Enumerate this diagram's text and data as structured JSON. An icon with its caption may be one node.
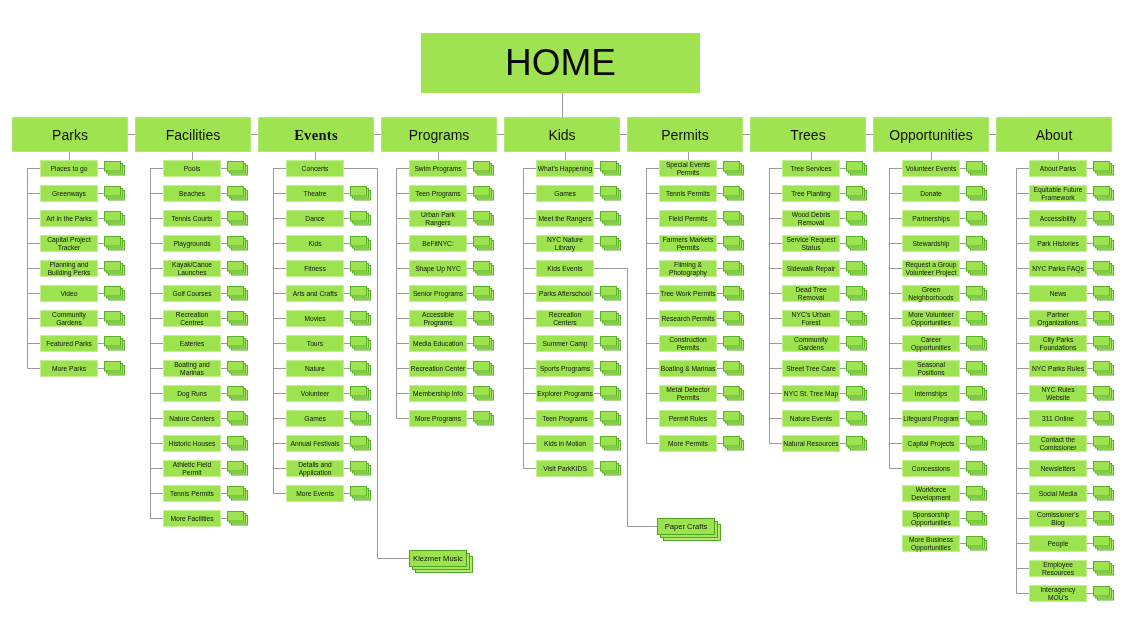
{
  "diagram": {
    "nodes": [
      {
        "text": [
          "HOME"
        ]
      },
      {
        "text": [
          "Parks"
        ]
      },
      {
        "text": [
          "Facilities"
        ]
      },
      {
        "text": [
          "Events"
        ]
      },
      {
        "text": [
          "Programs"
        ]
      },
      {
        "text": [
          "Kids"
        ]
      },
      {
        "text": [
          "Permits"
        ]
      },
      {
        "text": [
          "Trees"
        ]
      },
      {
        "text": [
          "Opportunities"
        ]
      },
      {
        "text": [
          "About"
        ]
      },
      {
        "text": [
          "Places to go"
        ]
      },
      {
        "text": [],
        "shape": "stack"
      },
      {
        "text": [
          "Greenways"
        ]
      },
      {
        "text": [],
        "shape": "stack"
      },
      {
        "text": [
          "Art in the Parks"
        ]
      },
      {
        "text": [],
        "shape": "stack"
      },
      {
        "text": [
          "Capital Project Tracker"
        ]
      },
      {
        "text": [],
        "shape": "stack"
      },
      {
        "text": [
          "Planning and Building Perks"
        ]
      },
      {
        "text": [],
        "shape": "stack"
      },
      {
        "text": [
          "Video"
        ]
      },
      {
        "text": [],
        "shape": "stack"
      },
      {
        "text": [
          "Community Gardens"
        ]
      },
      {
        "text": [],
        "shape": "stack"
      },
      {
        "text": [
          "Featured Parks"
        ]
      },
      {
        "text": [],
        "shape": "stack"
      },
      {
        "text": [
          "More Parks"
        ]
      },
      {
        "text": [],
        "shape": "stack"
      },
      {
        "text": [
          "Pools"
        ]
      },
      {
        "text": [],
        "shape": "stack"
      },
      {
        "text": [
          "Beaches"
        ]
      },
      {
        "text": [],
        "shape": "stack"
      },
      {
        "text": [
          "Tennis Courts"
        ]
      },
      {
        "text": [],
        "shape": "stack"
      },
      {
        "text": [
          "Playgrounds"
        ]
      },
      {
        "text": [],
        "shape": "stack"
      },
      {
        "text": [
          "Kayak/Canoe Launches"
        ]
      },
      {
        "text": [],
        "shape": "stack"
      },
      {
        "text": [
          "Golf Courses"
        ]
      },
      {
        "text": [],
        "shape": "stack"
      },
      {
        "text": [
          "Recreation Centres"
        ]
      },
      {
        "text": [],
        "shape": "stack"
      },
      {
        "text": [
          "Eateries"
        ]
      },
      {
        "text": [],
        "shape": "stack"
      },
      {
        "text": [
          "Boating and Marinas"
        ]
      },
      {
        "text": [],
        "shape": "stack"
      },
      {
        "text": [
          "Dog Runs"
        ]
      },
      {
        "text": [],
        "shape": "stack"
      },
      {
        "text": [
          "Nature Centers"
        ]
      },
      {
        "text": [],
        "shape": "stack"
      },
      {
        "text": [
          "Historic Houses"
        ]
      },
      {
        "text": [],
        "shape": "stack"
      },
      {
        "text": [
          "Athletic Field Permit"
        ]
      },
      {
        "text": [],
        "shape": "stack"
      },
      {
        "text": [
          "Tennis Permits"
        ]
      },
      {
        "text": [],
        "shape": "stack"
      },
      {
        "text": [
          "More Facilities"
        ]
      },
      {
        "text": [],
        "shape": "stack"
      },
      {
        "text": [
          "Concerts"
        ]
      },
      {
        "text": [
          "Theatre"
        ]
      },
      {
        "text": [],
        "shape": "stack"
      },
      {
        "text": [
          "Dance"
        ]
      },
      {
        "text": [],
        "shape": "stack"
      },
      {
        "text": [
          "Kids"
        ]
      },
      {
        "text": [],
        "shape": "stack"
      },
      {
        "text": [
          "Fitness"
        ]
      },
      {
        "text": [],
        "shape": "stack"
      },
      {
        "text": [
          "Arts and Crafts"
        ]
      },
      {
        "text": [],
        "shape": "stack"
      },
      {
        "text": [
          "Movies"
        ]
      },
      {
        "text": [],
        "shape": "stack"
      },
      {
        "text": [
          "Tours"
        ]
      },
      {
        "text": [],
        "shape": "stack"
      },
      {
        "text": [
          "Nature"
        ]
      },
      {
        "text": [],
        "shape": "stack"
      },
      {
        "text": [
          "Volunteer"
        ]
      },
      {
        "text": [],
        "shape": "stack"
      },
      {
        "text": [
          "Games"
        ]
      },
      {
        "text": [],
        "shape": "stack"
      },
      {
        "text": [
          "Annual Festivals"
        ]
      },
      {
        "text": [],
        "shape": "stack"
      },
      {
        "text": [
          "Details and Application"
        ]
      },
      {
        "text": [],
        "shape": "stack"
      },
      {
        "text": [
          "More Events"
        ]
      },
      {
        "text": [],
        "shape": "stack"
      },
      {
        "text": [
          "Klezmer Music"
        ]
      },
      {
        "text": [
          "Swim Programs"
        ]
      },
      {
        "text": [],
        "shape": "stack"
      },
      {
        "text": [
          "Teen Programs"
        ]
      },
      {
        "text": [],
        "shape": "stack"
      },
      {
        "text": [
          "Urban Park Rangers"
        ]
      },
      {
        "text": [],
        "shape": "stack"
      },
      {
        "text": [
          "BeFitNYC:"
        ]
      },
      {
        "text": [],
        "shape": "stack"
      },
      {
        "text": [
          "Shape Up NYC"
        ]
      },
      {
        "text": [],
        "shape": "stack"
      },
      {
        "text": [
          "Senior Programs"
        ]
      },
      {
        "text": [],
        "shape": "stack"
      },
      {
        "text": [
          "Accessible Programs"
        ]
      },
      {
        "text": [],
        "shape": "stack"
      },
      {
        "text": [
          "Media Education"
        ]
      },
      {
        "text": [],
        "shape": "stack"
      },
      {
        "text": [
          "Recreation Center"
        ]
      },
      {
        "text": [],
        "shape": "stack"
      },
      {
        "text": [
          "Membership Info"
        ]
      },
      {
        "text": [],
        "shape": "stack"
      },
      {
        "text": [
          "More Programs"
        ]
      },
      {
        "text": [],
        "shape": "stack"
      },
      {
        "text": [
          "What's Happening"
        ]
      },
      {
        "text": [],
        "shape": "stack"
      },
      {
        "text": [
          "Games"
        ]
      },
      {
        "text": [],
        "shape": "stack"
      },
      {
        "text": [
          "Meet the Rangers"
        ]
      },
      {
        "text": [],
        "shape": "stack"
      },
      {
        "text": [
          "NYC Nature Library"
        ]
      },
      {
        "text": [],
        "shape": "stack"
      },
      {
        "text": [
          "Kids Events"
        ]
      },
      {
        "text": [
          "Parks Afterschool"
        ]
      },
      {
        "text": [],
        "shape": "stack"
      },
      {
        "text": [
          "Recreation Centers"
        ]
      },
      {
        "text": [],
        "shape": "stack"
      },
      {
        "text": [
          "Summer Camp"
        ]
      },
      {
        "text": [],
        "shape": "stack"
      },
      {
        "text": [
          "Sports Programs"
        ]
      },
      {
        "text": [],
        "shape": "stack"
      },
      {
        "text": [
          "Explorer Programs"
        ]
      },
      {
        "text": [],
        "shape": "stack"
      },
      {
        "text": [
          "Teen Programs"
        ]
      },
      {
        "text": [],
        "shape": "stack"
      },
      {
        "text": [
          "Kids in Motion"
        ]
      },
      {
        "text": [],
        "shape": "stack"
      },
      {
        "text": [
          "Visit ParkKIDS"
        ]
      },
      {
        "text": [],
        "shape": "stack"
      },
      {
        "text": [
          "Paper Crafts"
        ]
      },
      {
        "text": [
          "Special Events Permits"
        ]
      },
      {
        "text": [],
        "shape": "stack"
      },
      {
        "text": [
          "Tennis Permits"
        ]
      },
      {
        "text": [],
        "shape": "stack"
      },
      {
        "text": [
          "Field Permits"
        ]
      },
      {
        "text": [],
        "shape": "stack"
      },
      {
        "text": [
          "Farmers Markets Permits"
        ]
      },
      {
        "text": [],
        "shape": "stack"
      },
      {
        "text": [
          "Filming & Photography"
        ]
      },
      {
        "text": [],
        "shape": "stack"
      },
      {
        "text": [
          "Tree Work Permits"
        ]
      },
      {
        "text": [],
        "shape": "stack"
      },
      {
        "text": [
          "Research Permits"
        ]
      },
      {
        "text": [],
        "shape": "stack"
      },
      {
        "text": [
          "Construction Permits"
        ]
      },
      {
        "text": [],
        "shape": "stack"
      },
      {
        "text": [
          "Boating & Marinas"
        ]
      },
      {
        "text": [],
        "shape": "stack"
      },
      {
        "text": [
          "Metal Detector Permits"
        ]
      },
      {
        "text": [],
        "shape": "stack"
      },
      {
        "text": [
          "Permit Rules"
        ]
      },
      {
        "text": [],
        "shape": "stack"
      },
      {
        "text": [
          "More Permits"
        ]
      },
      {
        "text": [],
        "shape": "stack"
      },
      {
        "text": [
          "Tree Services"
        ]
      },
      {
        "text": [],
        "shape": "stack"
      },
      {
        "text": [
          "Tree Planting"
        ]
      },
      {
        "text": [],
        "shape": "stack"
      },
      {
        "text": [
          "Wood Debris Removal"
        ]
      },
      {
        "text": [],
        "shape": "stack"
      },
      {
        "text": [
          "Service Request Status"
        ]
      },
      {
        "text": [],
        "shape": "stack"
      },
      {
        "text": [
          "Sidewalk Repair"
        ]
      },
      {
        "text": [],
        "shape": "stack"
      },
      {
        "text": [
          "Dead Tree Removal"
        ]
      },
      {
        "text": [],
        "shape": "stack"
      },
      {
        "text": [
          "NYC's Urban Forest"
        ]
      },
      {
        "text": [],
        "shape": "stack"
      },
      {
        "text": [
          "Community Gardens"
        ]
      },
      {
        "text": [],
        "shape": "stack"
      },
      {
        "text": [
          "Street Tree Care"
        ]
      },
      {
        "text": [],
        "shape": "stack"
      },
      {
        "text": [
          "NYC St. Tree Map"
        ]
      },
      {
        "text": [],
        "shape": "stack"
      },
      {
        "text": [
          "Nature Events"
        ]
      },
      {
        "text": [],
        "shape": "stack"
      },
      {
        "text": [
          "Natural Resources"
        ]
      },
      {
        "text": [],
        "shape": "stack"
      },
      {
        "text": [
          "Volunteer Events"
        ]
      },
      {
        "text": [],
        "shape": "stack"
      },
      {
        "text": [
          "Donate"
        ]
      },
      {
        "text": [],
        "shape": "stack"
      },
      {
        "text": [
          "Partnerships"
        ]
      },
      {
        "text": [],
        "shape": "stack"
      },
      {
        "text": [
          "Stewardship"
        ]
      },
      {
        "text": [],
        "shape": "stack"
      },
      {
        "text": [
          "Request a Group Volunteer Project"
        ]
      },
      {
        "text": [],
        "shape": "stack"
      },
      {
        "text": [
          "Green Neighborhoods"
        ]
      },
      {
        "text": [],
        "shape": "stack"
      },
      {
        "text": [
          "More Volunteer Opportunities"
        ]
      },
      {
        "text": [],
        "shape": "stack"
      },
      {
        "text": [
          "Career Opportunities"
        ]
      },
      {
        "text": [],
        "shape": "stack"
      },
      {
        "text": [
          "Seasonal Positions"
        ]
      },
      {
        "text": [],
        "shape": "stack"
      },
      {
        "text": [
          "Internships"
        ]
      },
      {
        "text": [],
        "shape": "stack"
      },
      {
        "text": [
          "Lifeguard Program"
        ]
      },
      {
        "text": [],
        "shape": "stack"
      },
      {
        "text": [
          "Capital Projects"
        ]
      },
      {
        "text": [],
        "shape": "stack"
      },
      {
        "text": [
          "Concessions"
        ]
      },
      {
        "text": [],
        "shape": "stack"
      },
      {
        "text": [
          "Workforce Development"
        ]
      },
      {
        "text": [],
        "shape": "stack"
      },
      {
        "text": [
          "Sponsorship Opportunities"
        ]
      },
      {
        "text": [],
        "shape": "stack"
      },
      {
        "text": [
          "More Business Opportunities"
        ]
      },
      {
        "text": [],
        "shape": "stack"
      },
      {
        "text": [
          "About Parks"
        ]
      },
      {
        "text": [],
        "shape": "stack"
      },
      {
        "text": [
          "Equitable Future Framework"
        ]
      },
      {
        "text": [],
        "shape": "stack"
      },
      {
        "text": [
          "Accessibility"
        ]
      },
      {
        "text": [],
        "shape": "stack"
      },
      {
        "text": [
          "Park Histories"
        ]
      },
      {
        "text": [],
        "shape": "stack"
      },
      {
        "text": [
          "NYC Parks FAQs"
        ]
      },
      {
        "text": [],
        "shape": "stack"
      },
      {
        "text": [
          "News"
        ]
      },
      {
        "text": [],
        "shape": "stack"
      },
      {
        "text": [
          "Partner Organizations"
        ]
      },
      {
        "text": [],
        "shape": "stack"
      },
      {
        "text": [
          "City Parks Foundations"
        ]
      },
      {
        "text": [],
        "shape": "stack"
      },
      {
        "text": [
          "NYC Parks Rules"
        ]
      },
      {
        "text": [],
        "shape": "stack"
      },
      {
        "text": [
          "NYC Rules Website"
        ]
      },
      {
        "text": [],
        "shape": "stack"
      },
      {
        "text": [
          "311 Online"
        ]
      },
      {
        "text": [],
        "shape": "stack"
      },
      {
        "text": [
          "Contact the Comissioner"
        ]
      },
      {
        "text": [],
        "shape": "stack"
      },
      {
        "text": [
          "Newsletters"
        ]
      },
      {
        "text": [],
        "shape": "stack"
      },
      {
        "text": [
          "Social Media"
        ]
      },
      {
        "text": [],
        "shape": "stack"
      },
      {
        "text": [
          "Comissioner's Blog"
        ]
      },
      {
        "text": [],
        "shape": "stack"
      },
      {
        "text": [
          "People"
        ]
      },
      {
        "text": [],
        "shape": "stack"
      },
      {
        "text": [
          "Employee Resources"
        ]
      },
      {
        "text": [],
        "shape": "stack"
      },
      {
        "text": [
          "Interagency MOU's"
        ]
      },
      {
        "text": [],
        "shape": "stack"
      }
    ],
    "edges": [
      {
        "from": 0,
        "to": 5,
        "arrow": "none"
      },
      {
        "from": 1,
        "to": 2,
        "arrow": "none"
      },
      {
        "from": 2,
        "to": 3,
        "arrow": "none"
      },
      {
        "from": 3,
        "to": 4,
        "arrow": "none"
      },
      {
        "from": 4,
        "to": 5,
        "arrow": "none"
      },
      {
        "from": 5,
        "to": 6,
        "arrow": "none"
      },
      {
        "from": 6,
        "to": 7,
        "arrow": "none"
      },
      {
        "from": 7,
        "to": 8,
        "arrow": "none"
      },
      {
        "from": 8,
        "to": 9,
        "arrow": "none"
      },
      {
        "from": 1,
        "to": 10,
        "arrow": "none"
      },
      {
        "from": 10,
        "to": 11,
        "arrow": "none"
      },
      {
        "from": 10,
        "to": 12,
        "arrow": "none"
      },
      {
        "from": 12,
        "to": 13,
        "arrow": "none"
      },
      {
        "from": 10,
        "to": 14,
        "arrow": "none"
      },
      {
        "from": 14,
        "to": 15,
        "arrow": "none"
      },
      {
        "from": 10,
        "to": 16,
        "arrow": "none"
      },
      {
        "from": 16,
        "to": 17,
        "arrow": "none"
      },
      {
        "from": 10,
        "to": 18,
        "arrow": "none"
      },
      {
        "from": 18,
        "to": 19,
        "arrow": "none"
      },
      {
        "from": 10,
        "to": 20,
        "arrow": "none"
      },
      {
        "from": 20,
        "to": 21,
        "arrow": "none"
      },
      {
        "from": 10,
        "to": 22,
        "arrow": "none"
      },
      {
        "from": 22,
        "to": 23,
        "arrow": "none"
      },
      {
        "from": 10,
        "to": 24,
        "arrow": "none"
      },
      {
        "from": 24,
        "to": 25,
        "arrow": "none"
      },
      {
        "from": 10,
        "to": 26,
        "arrow": "none"
      },
      {
        "from": 26,
        "to": 27,
        "arrow": "none"
      },
      {
        "from": 2,
        "to": 28,
        "arrow": "none"
      },
      {
        "from": 28,
        "to": 29,
        "arrow": "none"
      },
      {
        "from": 28,
        "to": 30,
        "arrow": "none"
      },
      {
        "from": 30,
        "to": 31,
        "arrow": "none"
      },
      {
        "from": 28,
        "to": 32,
        "arrow": "none"
      },
      {
        "from": 32,
        "to": 33,
        "arrow": "none"
      },
      {
        "from": 28,
        "to": 34,
        "arrow": "none"
      },
      {
        "from": 34,
        "to": 35,
        "arrow": "none"
      },
      {
        "from": 28,
        "to": 36,
        "arrow": "none"
      },
      {
        "from": 36,
        "to": 37,
        "arrow": "none"
      },
      {
        "from": 28,
        "to": 38,
        "arrow": "none"
      },
      {
        "from": 38,
        "to": 39,
        "arrow": "none"
      },
      {
        "from": 28,
        "to": 40,
        "arrow": "none"
      },
      {
        "from": 40,
        "to": 41,
        "arrow": "none"
      },
      {
        "from": 28,
        "to": 42,
        "arrow": "none"
      },
      {
        "from": 42,
        "to": 43,
        "arrow": "none"
      },
      {
        "from": 28,
        "to": 44,
        "arrow": "none"
      },
      {
        "from": 44,
        "to": 45,
        "arrow": "none"
      },
      {
        "from": 28,
        "to": 46,
        "arrow": "none"
      },
      {
        "from": 46,
        "to": 47,
        "arrow": "none"
      },
      {
        "from": 28,
        "to": 48,
        "arrow": "none"
      },
      {
        "from": 48,
        "to": 49,
        "arrow": "none"
      },
      {
        "from": 28,
        "to": 50,
        "arrow": "none"
      },
      {
        "from": 50,
        "to": 51,
        "arrow": "none"
      },
      {
        "from": 28,
        "to": 52,
        "arrow": "none"
      },
      {
        "from": 52,
        "to": 53,
        "arrow": "none"
      },
      {
        "from": 28,
        "to": 54,
        "arrow": "none"
      },
      {
        "from": 54,
        "to": 55,
        "arrow": "none"
      },
      {
        "from": 28,
        "to": 56,
        "arrow": "none"
      },
      {
        "from": 56,
        "to": 57,
        "arrow": "none"
      },
      {
        "from": 3,
        "to": 58,
        "arrow": "none"
      },
      {
        "from": 58,
        "to": 85,
        "arrow": "none"
      },
      {
        "from": 58,
        "to": 59,
        "arrow": "none"
      },
      {
        "from": 59,
        "to": 60,
        "arrow": "none"
      },
      {
        "from": 58,
        "to": 61,
        "arrow": "none"
      },
      {
        "from": 61,
        "to": 62,
        "arrow": "none"
      },
      {
        "from": 58,
        "to": 63,
        "arrow": "none"
      },
      {
        "from": 63,
        "to": 64,
        "arrow": "none"
      },
      {
        "from": 58,
        "to": 65,
        "arrow": "none"
      },
      {
        "from": 65,
        "to": 66,
        "arrow": "none"
      },
      {
        "from": 58,
        "to": 67,
        "arrow": "none"
      },
      {
        "from": 67,
        "to": 68,
        "arrow": "none"
      },
      {
        "from": 58,
        "to": 69,
        "arrow": "none"
      },
      {
        "from": 69,
        "to": 70,
        "arrow": "none"
      },
      {
        "from": 58,
        "to": 71,
        "arrow": "none"
      },
      {
        "from": 71,
        "to": 72,
        "arrow": "none"
      },
      {
        "from": 58,
        "to": 73,
        "arrow": "none"
      },
      {
        "from": 73,
        "to": 74,
        "arrow": "none"
      },
      {
        "from": 58,
        "to": 75,
        "arrow": "none"
      },
      {
        "from": 75,
        "to": 76,
        "arrow": "none"
      },
      {
        "from": 58,
        "to": 77,
        "arrow": "none"
      },
      {
        "from": 77,
        "to": 78,
        "arrow": "none"
      },
      {
        "from": 58,
        "to": 79,
        "arrow": "none"
      },
      {
        "from": 79,
        "to": 80,
        "arrow": "none"
      },
      {
        "from": 58,
        "to": 81,
        "arrow": "none"
      },
      {
        "from": 81,
        "to": 82,
        "arrow": "none"
      },
      {
        "from": 58,
        "to": 83,
        "arrow": "none"
      },
      {
        "from": 83,
        "to": 84,
        "arrow": "none"
      },
      {
        "from": 4,
        "to": 86,
        "arrow": "none"
      },
      {
        "from": 86,
        "to": 87,
        "arrow": "none"
      },
      {
        "from": 86,
        "to": 88,
        "arrow": "none"
      },
      {
        "from": 88,
        "to": 89,
        "arrow": "none"
      },
      {
        "from": 86,
        "to": 90,
        "arrow": "none"
      },
      {
        "from": 90,
        "to": 91,
        "arrow": "none"
      },
      {
        "from": 86,
        "to": 92,
        "arrow": "none"
      },
      {
        "from": 92,
        "to": 93,
        "arrow": "none"
      },
      {
        "from": 86,
        "to": 94,
        "arrow": "none"
      },
      {
        "from": 94,
        "to": 95,
        "arrow": "none"
      },
      {
        "from": 86,
        "to": 96,
        "arrow": "none"
      },
      {
        "from": 96,
        "to": 97,
        "arrow": "none"
      },
      {
        "from": 86,
        "to": 98,
        "arrow": "none"
      },
      {
        "from": 98,
        "to": 99,
        "arrow": "none"
      },
      {
        "from": 86,
        "to": 100,
        "arrow": "none"
      },
      {
        "from": 100,
        "to": 101,
        "arrow": "none"
      },
      {
        "from": 86,
        "to": 102,
        "arrow": "none"
      },
      {
        "from": 102,
        "to": 103,
        "arrow": "none"
      },
      {
        "from": 86,
        "to": 104,
        "arrow": "none"
      },
      {
        "from": 104,
        "to": 105,
        "arrow": "none"
      },
      {
        "from": 86,
        "to": 106,
        "arrow": "none"
      },
      {
        "from": 106,
        "to": 107,
        "arrow": "none"
      },
      {
        "from": 5,
        "to": 108,
        "arrow": "none"
      },
      {
        "from": 108,
        "to": 109,
        "arrow": "none"
      },
      {
        "from": 108,
        "to": 110,
        "arrow": "none"
      },
      {
        "from": 110,
        "to": 111,
        "arrow": "none"
      },
      {
        "from": 108,
        "to": 112,
        "arrow": "none"
      },
      {
        "from": 112,
        "to": 113,
        "arrow": "none"
      },
      {
        "from": 108,
        "to": 114,
        "arrow": "none"
      },
      {
        "from": 114,
        "to": 115,
        "arrow": "none"
      },
      {
        "from": 108,
        "to": 116,
        "arrow": "none"
      },
      {
        "from": 116,
        "to": 133,
        "arrow": "none"
      },
      {
        "from": 108,
        "to": 117,
        "arrow": "none"
      },
      {
        "from": 117,
        "to": 118,
        "arrow": "none"
      },
      {
        "from": 108,
        "to": 119,
        "arrow": "none"
      },
      {
        "from": 119,
        "to": 120,
        "arrow": "none"
      },
      {
        "from": 108,
        "to": 121,
        "arrow": "none"
      },
      {
        "from": 121,
        "to": 122,
        "arrow": "none"
      },
      {
        "from": 108,
        "to": 123,
        "arrow": "none"
      },
      {
        "from": 123,
        "to": 124,
        "arrow": "none"
      },
      {
        "from": 108,
        "to": 125,
        "arrow": "none"
      },
      {
        "from": 125,
        "to": 126,
        "arrow": "none"
      },
      {
        "from": 108,
        "to": 127,
        "arrow": "none"
      },
      {
        "from": 127,
        "to": 128,
        "arrow": "none"
      },
      {
        "from": 108,
        "to": 129,
        "arrow": "none"
      },
      {
        "from": 129,
        "to": 130,
        "arrow": "none"
      },
      {
        "from": 108,
        "to": 131,
        "arrow": "none"
      },
      {
        "from": 131,
        "to": 132,
        "arrow": "none"
      },
      {
        "from": 6,
        "to": 134,
        "arrow": "none"
      },
      {
        "from": 134,
        "to": 135,
        "arrow": "none"
      },
      {
        "from": 134,
        "to": 136,
        "arrow": "none"
      },
      {
        "from": 136,
        "to": 137,
        "arrow": "none"
      },
      {
        "from": 134,
        "to": 138,
        "arrow": "none"
      },
      {
        "from": 138,
        "to": 139,
        "arrow": "none"
      },
      {
        "from": 134,
        "to": 140,
        "arrow": "none"
      },
      {
        "from": 140,
        "to": 141,
        "arrow": "none"
      },
      {
        "from": 134,
        "to": 142,
        "arrow": "none"
      },
      {
        "from": 142,
        "to": 143,
        "arrow": "none"
      },
      {
        "from": 134,
        "to": 144,
        "arrow": "none"
      },
      {
        "from": 144,
        "to": 145,
        "arrow": "none"
      },
      {
        "from": 134,
        "to": 146,
        "arrow": "none"
      },
      {
        "from": 146,
        "to": 147,
        "arrow": "none"
      },
      {
        "from": 134,
        "to": 148,
        "arrow": "none"
      },
      {
        "from": 148,
        "to": 149,
        "arrow": "none"
      },
      {
        "from": 134,
        "to": 150,
        "arrow": "none"
      },
      {
        "from": 150,
        "to": 151,
        "arrow": "none"
      },
      {
        "from": 134,
        "to": 152,
        "arrow": "none"
      },
      {
        "from": 152,
        "to": 153,
        "arrow": "none"
      },
      {
        "from": 134,
        "to": 154,
        "arrow": "none"
      },
      {
        "from": 154,
        "to": 155,
        "arrow": "none"
      },
      {
        "from": 134,
        "to": 156,
        "arrow": "none"
      },
      {
        "from": 156,
        "to": 157,
        "arrow": "none"
      },
      {
        "from": 7,
        "to": 158,
        "arrow": "none"
      },
      {
        "from": 158,
        "to": 159,
        "arrow": "none"
      },
      {
        "from": 158,
        "to": 160,
        "arrow": "none"
      },
      {
        "from": 160,
        "to": 161,
        "arrow": "none"
      },
      {
        "from": 158,
        "to": 162,
        "arrow": "none"
      },
      {
        "from": 162,
        "to": 163,
        "arrow": "none"
      },
      {
        "from": 158,
        "to": 164,
        "arrow": "none"
      },
      {
        "from": 164,
        "to": 165,
        "arrow": "none"
      },
      {
        "from": 158,
        "to": 166,
        "arrow": "none"
      },
      {
        "from": 166,
        "to": 167,
        "arrow": "none"
      },
      {
        "from": 158,
        "to": 168,
        "arrow": "none"
      },
      {
        "from": 168,
        "to": 169,
        "arrow": "none"
      },
      {
        "from": 158,
        "to": 170,
        "arrow": "none"
      },
      {
        "from": 170,
        "to": 171,
        "arrow": "none"
      },
      {
        "from": 158,
        "to": 172,
        "arrow": "none"
      },
      {
        "from": 172,
        "to": 173,
        "arrow": "none"
      },
      {
        "from": 158,
        "to": 174,
        "arrow": "none"
      },
      {
        "from": 174,
        "to": 175,
        "arrow": "none"
      },
      {
        "from": 158,
        "to": 176,
        "arrow": "none"
      },
      {
        "from": 176,
        "to": 177,
        "arrow": "none"
      },
      {
        "from": 158,
        "to": 178,
        "arrow": "none"
      },
      {
        "from": 178,
        "to": 179,
        "arrow": "none"
      },
      {
        "from": 158,
        "to": 180,
        "arrow": "none"
      },
      {
        "from": 180,
        "to": 181,
        "arrow": "none"
      },
      {
        "from": 8,
        "to": 182,
        "arrow": "none"
      },
      {
        "from": 182,
        "to": 183,
        "arrow": "none"
      },
      {
        "from": 182,
        "to": 184,
        "arrow": "none"
      },
      {
        "from": 184,
        "to": 185,
        "arrow": "none"
      },
      {
        "from": 182,
        "to": 186,
        "arrow": "none"
      },
      {
        "from": 186,
        "to": 187,
        "arrow": "none"
      },
      {
        "from": 182,
        "to": 188,
        "arrow": "none"
      },
      {
        "from": 188,
        "to": 189,
        "arrow": "none"
      },
      {
        "from": 182,
        "to": 190,
        "arrow": "none"
      },
      {
        "from": 190,
        "to": 191,
        "arrow": "none"
      },
      {
        "from": 182,
        "to": 192,
        "arrow": "none"
      },
      {
        "from": 192,
        "to": 193,
        "arrow": "none"
      },
      {
        "from": 182,
        "to": 194,
        "arrow": "none"
      },
      {
        "from": 194,
        "to": 195,
        "arrow": "none"
      },
      {
        "from": 182,
        "to": 196,
        "arrow": "none"
      },
      {
        "from": 196,
        "to": 197,
        "arrow": "none"
      },
      {
        "from": 182,
        "to": 198,
        "arrow": "none"
      },
      {
        "from": 198,
        "to": 199,
        "arrow": "none"
      },
      {
        "from": 182,
        "to": 200,
        "arrow": "none"
      },
      {
        "from": 200,
        "to": 201,
        "arrow": "none"
      },
      {
        "from": 182,
        "to": 202,
        "arrow": "none"
      },
      {
        "from": 202,
        "to": 203,
        "arrow": "none"
      },
      {
        "from": 182,
        "to": 204,
        "arrow": "none"
      },
      {
        "from": 204,
        "to": 205,
        "arrow": "none"
      },
      {
        "from": 182,
        "to": 206,
        "arrow": "none"
      },
      {
        "from": 206,
        "to": 207,
        "arrow": "none"
      },
      {
        "from": 208,
        "to": 209,
        "arrow": "none"
      },
      {
        "from": 210,
        "to": 211,
        "arrow": "none"
      },
      {
        "from": 212,
        "to": 213,
        "arrow": "none"
      },
      {
        "from": 9,
        "to": 214,
        "arrow": "none"
      },
      {
        "from": 214,
        "to": 215,
        "arrow": "none"
      },
      {
        "from": 214,
        "to": 216,
        "arrow": "none"
      },
      {
        "from": 216,
        "to": 217,
        "arrow": "none"
      },
      {
        "from": 214,
        "to": 218,
        "arrow": "none"
      },
      {
        "from": 218,
        "to": 219,
        "arrow": "none"
      },
      {
        "from": 214,
        "to": 220,
        "arrow": "none"
      },
      {
        "from": 220,
        "to": 221,
        "arrow": "none"
      },
      {
        "from": 214,
        "to": 222,
        "arrow": "none"
      },
      {
        "from": 222,
        "to": 223,
        "arrow": "none"
      },
      {
        "from": 214,
        "to": 224,
        "arrow": "none"
      },
      {
        "from": 224,
        "to": 225,
        "arrow": "none"
      },
      {
        "from": 214,
        "to": 226,
        "arrow": "none"
      },
      {
        "from": 226,
        "to": 227,
        "arrow": "none"
      },
      {
        "from": 214,
        "to": 228,
        "arrow": "none"
      },
      {
        "from": 228,
        "to": 229,
        "arrow": "none"
      },
      {
        "from": 214,
        "to": 230,
        "arrow": "none"
      },
      {
        "from": 230,
        "to": 231,
        "arrow": "none"
      },
      {
        "from": 214,
        "to": 232,
        "arrow": "none"
      },
      {
        "from": 232,
        "to": 233,
        "arrow": "none"
      },
      {
        "from": 214,
        "to": 234,
        "arrow": "none"
      },
      {
        "from": 234,
        "to": 235,
        "arrow": "none"
      },
      {
        "from": 214,
        "to": 236,
        "arrow": "none"
      },
      {
        "from": 236,
        "to": 237,
        "arrow": "none"
      },
      {
        "from": 214,
        "to": 238,
        "arrow": "none"
      },
      {
        "from": 238,
        "to": 239,
        "arrow": "none"
      },
      {
        "from": 214,
        "to": 240,
        "arrow": "none"
      },
      {
        "from": 240,
        "to": 241,
        "arrow": "none"
      },
      {
        "from": 214,
        "to": 242,
        "arrow": "none"
      },
      {
        "from": 242,
        "to": 243,
        "arrow": "none"
      },
      {
        "from": 214,
        "to": 244,
        "arrow": "none"
      },
      {
        "from": 244,
        "to": 245,
        "arrow": "none"
      },
      {
        "from": 214,
        "to": 246,
        "arrow": "none"
      },
      {
        "from": 246,
        "to": 247,
        "arrow": "none"
      },
      {
        "from": 214,
        "to": 248,
        "arrow": "none"
      },
      {
        "from": 248,
        "to": 249,
        "arrow": "none"
      }
    ]
  }
}
